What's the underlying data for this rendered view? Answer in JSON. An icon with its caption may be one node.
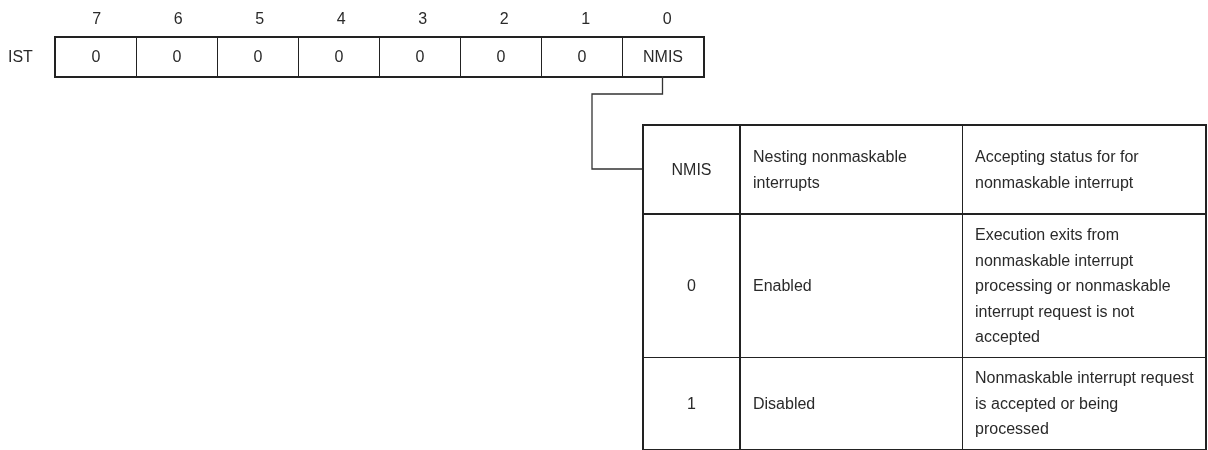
{
  "diagram": {
    "nodes": [
      {
        "text": [
          "IST"
        ]
      },
      {
        "text": [
          "0"
        ],
        "in": 0
      },
      {
        "text": [
          "0"
        ],
        "in": 0
      },
      {
        "text": [
          "0"
        ],
        "in": 0
      },
      {
        "text": [
          "0"
        ],
        "in": 0
      },
      {
        "text": [
          "0"
        ],
        "in": 0
      },
      {
        "text": [
          "0"
        ],
        "in": 0
      },
      {
        "text": [
          "0"
        ],
        "in": 0
      },
      {
        "text": [
          "NMIS"
        ],
        "in": 0
      },
      {
        "text": [],
        "shape": "box"
      }
    ],
    "edges": [
      {
        "from": 8,
        "to": 9,
        "arrow": "none"
      }
    ],
    "labels": [
      "7",
      "6",
      "5",
      "4",
      "3",
      "2",
      "1",
      "0",
      "NMIS",
      "Nesting nonmaskable interrupts",
      "Accepting status for for nonmaskable interrupt",
      "0",
      "Enabled",
      "Execution exits from nonmaskable interrupt processing or nonmaskable interrupt request is not accepted",
      "1",
      "Disabled",
      "Nonmaskable interrupt request is accepted or being processed"
    ]
  }
}
